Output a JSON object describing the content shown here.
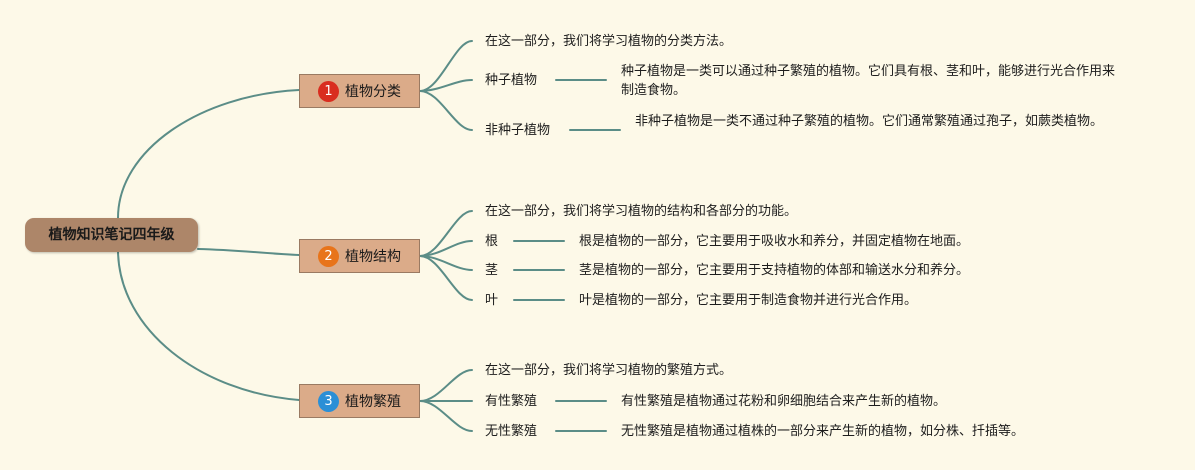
{
  "root": {
    "title": "植物知识笔记四年级"
  },
  "colors": {
    "background": "#fdf9e8",
    "connector": "#5b8d87",
    "root_fill": "#ad8669",
    "branch_fill": "#dbab89",
    "badge_1": "#d92d1f",
    "badge_2": "#e8741a",
    "badge_3": "#2b8fd6"
  },
  "branches": [
    {
      "number": "1",
      "title": "植物分类",
      "intro": "在这一部分，我们将学习植物的分类方法。",
      "items": [
        {
          "term": "种子植物",
          "desc": "种子植物是一类可以通过种子繁殖的植物。它们具有根、茎和叶，能够进行光合作用来制造食物。"
        },
        {
          "term": "非种子植物",
          "desc": "非种子植物是一类不通过种子繁殖的植物。它们通常繁殖通过孢子，如蕨类植物。"
        }
      ]
    },
    {
      "number": "2",
      "title": "植物结构",
      "intro": "在这一部分，我们将学习植物的结构和各部分的功能。",
      "items": [
        {
          "term": "根",
          "desc": "根是植物的一部分，它主要用于吸收水和养分，并固定植物在地面。"
        },
        {
          "term": "茎",
          "desc": "茎是植物的一部分，它主要用于支持植物的体部和输送水分和养分。"
        },
        {
          "term": "叶",
          "desc": "叶是植物的一部分，它主要用于制造食物并进行光合作用。"
        }
      ]
    },
    {
      "number": "3",
      "title": "植物繁殖",
      "intro": "在这一部分，我们将学习植物的繁殖方式。",
      "items": [
        {
          "term": "有性繁殖",
          "desc": "有性繁殖是植物通过花粉和卵细胞结合来产生新的植物。"
        },
        {
          "term": "无性繁殖",
          "desc": "无性繁殖是植物通过植株的一部分来产生新的植物，如分株、扦插等。"
        }
      ]
    }
  ]
}
